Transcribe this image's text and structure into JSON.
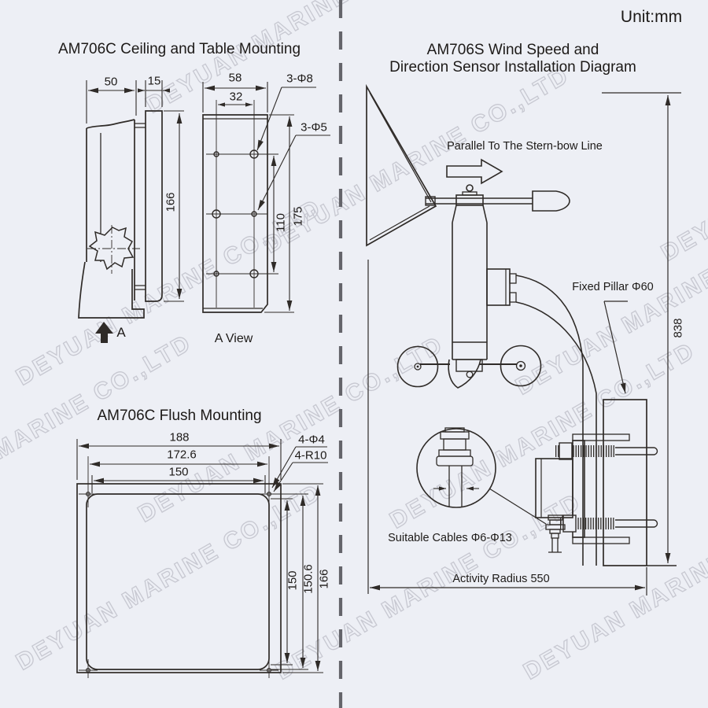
{
  "unit_label": "Unit:mm",
  "watermark": "DEYUAN MARINE CO.,LTD",
  "colors": {
    "background": "#edeff5",
    "line": "#2f2b28",
    "watermark": "#c7c8d1",
    "divider": "#64646a"
  },
  "ceiling_mount": {
    "title": "AM706C Ceiling and Table Mounting",
    "view_label": "A View",
    "arrow_label": "A",
    "dims": {
      "depth": "50",
      "plate_thickness": "15",
      "height": "166",
      "plate_width": "58",
      "hole_spacing_x": "32",
      "holes_large": "3-Φ8",
      "holes_small": "3-Φ5",
      "hole_spacing_y": "110",
      "plate_height": "175"
    }
  },
  "flush_mount": {
    "title": "AM706C Flush Mounting",
    "dims": {
      "width": "188",
      "bolt_width": "172.6",
      "cutout_width": "150",
      "holes": "4-Φ4",
      "corner_radius": "4-R10",
      "cutout_height": "150",
      "bolt_height": "150.6",
      "height": "166"
    }
  },
  "sensor_install": {
    "title_line1": "AM706S Wind Speed and",
    "title_line2": "Direction Sensor Installation Diagram",
    "parallel_label": "Parallel To The  Stern-bow Line",
    "pillar_label": "Fixed Pillar Φ60",
    "height_dim": "838",
    "cables_label": "Suitable Cables Φ6-Φ13",
    "radius_label": "Activity Radius 550"
  }
}
